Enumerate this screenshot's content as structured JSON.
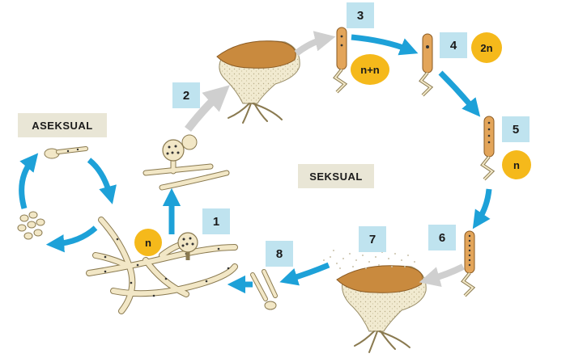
{
  "labels": {
    "asexual": "ASEKSUAL",
    "sexual": "SEKSUAL"
  },
  "steps": [
    "1",
    "2",
    "3",
    "4",
    "5",
    "6",
    "7",
    "8"
  ],
  "ploidy": {
    "stage1": "n",
    "stage3": "n+n",
    "stage4": "2n",
    "stage5": "n"
  },
  "colors": {
    "arrow_blue": "#1da1d8",
    "arrow_grey": "#cfcfcf",
    "step_box": "#bfe3ef",
    "stage_label_bg": "#e9e6d6",
    "ploidy_circle": "#f5b91b",
    "cap_brown": "#c98a3e",
    "stalk_cream": "#efe6c8",
    "hypha_cream": "#f2e7c6"
  },
  "icons": {
    "fruiting_body": "mushroom-cup-icon",
    "ascus": "ascus-icon",
    "sporangium": "sporangium-icon",
    "hyphae": "hyphae-icon",
    "spores": "spore-cluster-icon"
  }
}
